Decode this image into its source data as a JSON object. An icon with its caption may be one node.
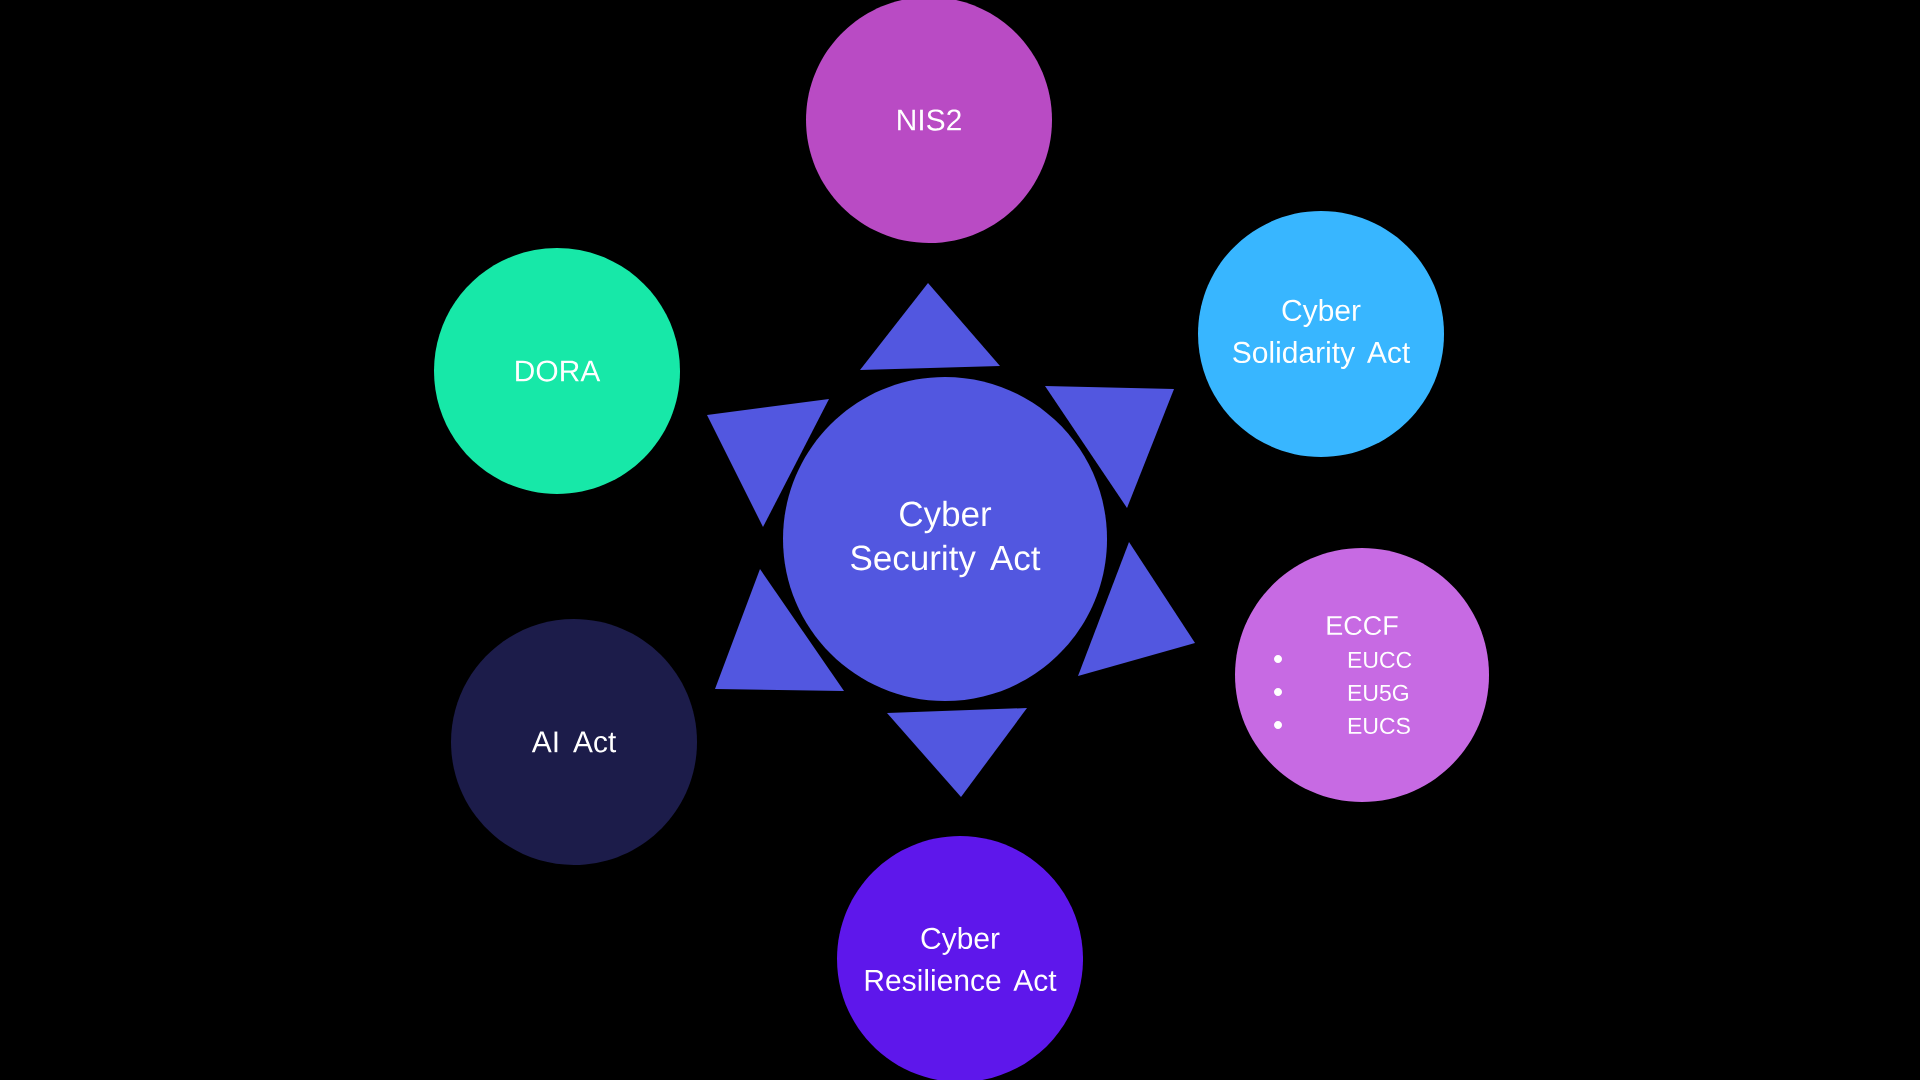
{
  "diagram": {
    "nodes": [
      {
        "text": [
          "Cyber Security Act"
        ]
      },
      {
        "text": [
          "NIS2"
        ]
      },
      {
        "text": [
          "Cyber Solidarity Act"
        ]
      },
      {
        "text": [
          "ECCF",
          "EUCC",
          "EU5G",
          "EUCS"
        ]
      },
      {
        "text": [
          "Cyber Resilience Act"
        ]
      },
      {
        "text": [
          "AI Act"
        ]
      },
      {
        "text": [
          "DORA"
        ]
      }
    ]
  }
}
